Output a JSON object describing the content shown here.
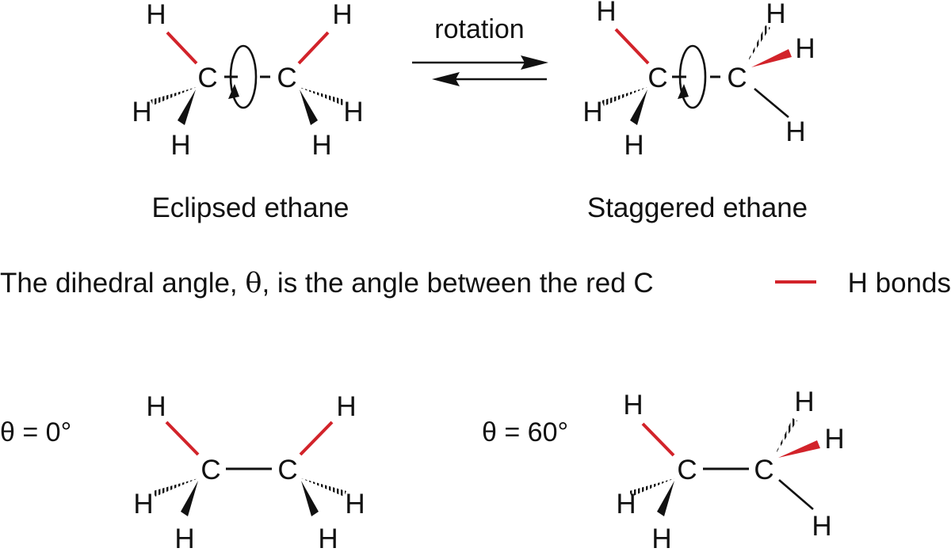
{
  "labels": {
    "rotation": "rotation",
    "eclipsed_caption": "Eclipsed ethane",
    "staggered_caption": "Staggered ethane",
    "statement_prefix": "The dihedral angle, ",
    "statement_theta": "θ",
    "statement_middle": ", is the angle between the red C",
    "statement_suffix": "H bonds",
    "angle_eclipsed": "θ = 0°",
    "angle_staggered": "θ = 60°"
  },
  "atoms": {
    "carbon": "C",
    "hydrogen": "H"
  },
  "colors": {
    "highlight_bond": "#d2232a",
    "bond": "#111111",
    "background": "#ffffff"
  }
}
